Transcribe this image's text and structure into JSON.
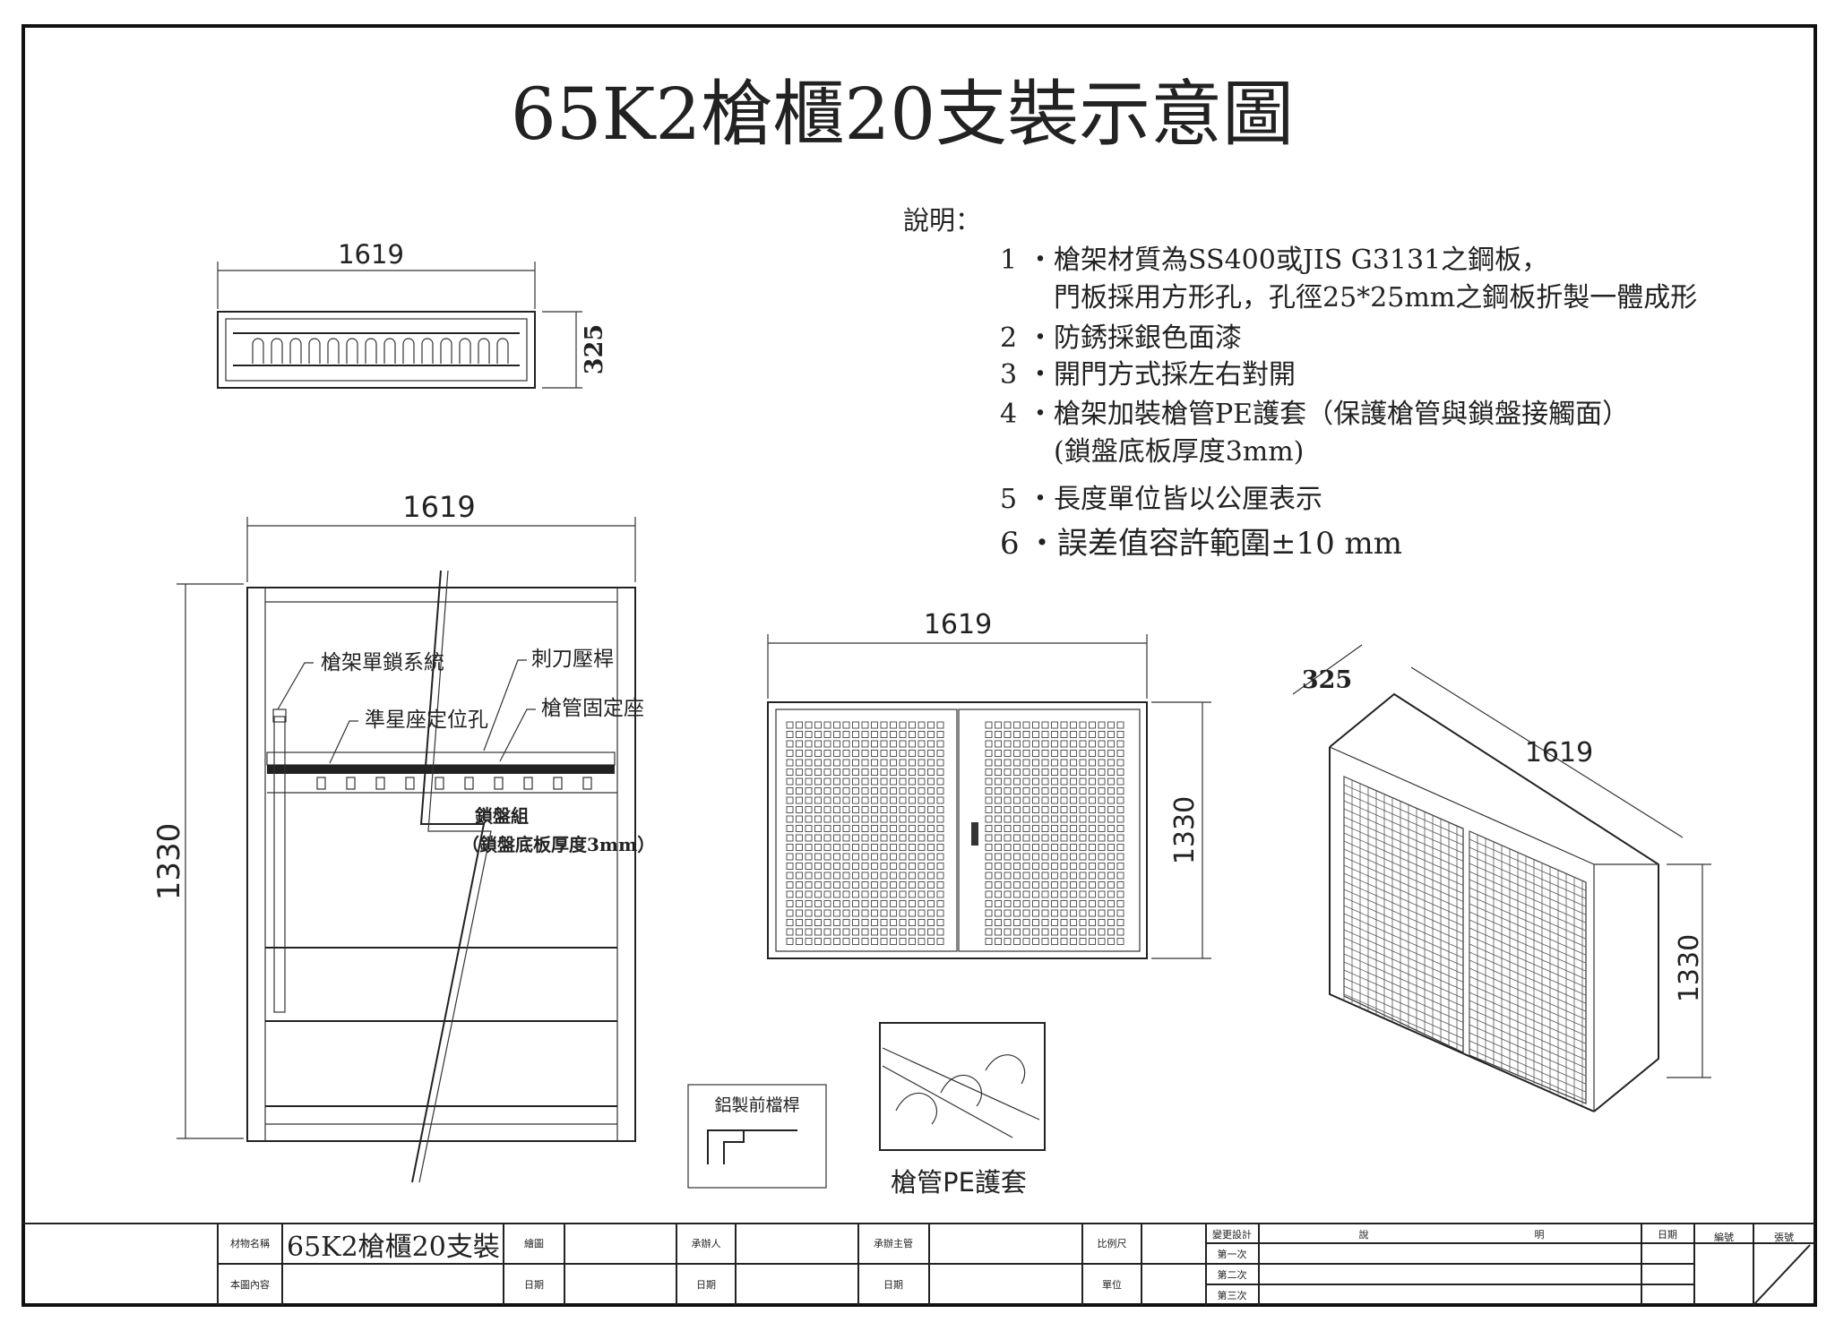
{
  "title": "65K2槍櫃20支裝示意圖",
  "notes": {
    "heading": "說明：",
    "items": [
      {
        "num": "1",
        "text": "・槍架材質為SS400或JIS G3131之鋼板，"
      },
      {
        "num": "",
        "text": "門板採用方形孔，孔徑25*25mm之鋼板折製一體成形"
      },
      {
        "num": "2",
        "text": "・防銹採銀色面漆"
      },
      {
        "num": "3",
        "text": "・開門方式採左右對開"
      },
      {
        "num": "4",
        "text": "・槍架加裝槍管PE護套（保護槍管與鎖盤接觸面）"
      },
      {
        "num": "",
        "text": "(鎖盤底板厚度3mm)"
      },
      {
        "num": "5",
        "text": "・長度單位皆以公厘表示"
      },
      {
        "num": "6",
        "text": "・誤差值容許範圍±10 mm"
      }
    ]
  },
  "dimensions": {
    "top_width": "1619",
    "top_depth": "325",
    "front_width": "1619",
    "front_height": "1330",
    "door_width": "1619",
    "door_height": "1330",
    "iso_depth": "325",
    "iso_width": "1619",
    "iso_height": "1330"
  },
  "callouts": {
    "lock_system": "槍架單鎖系統",
    "bayonet_bar": "刺刀壓桿",
    "sight_hole": "準星座定位孔",
    "barrel_seat": "槍管固定座",
    "lock_plate": "鎖盤組",
    "lock_plate_note": "（鎖盤底板厚度3mm）"
  },
  "details": {
    "alu_bar": "鋁製前檔桿",
    "pe_sleeve": "槍管PE護套"
  },
  "title_block": {
    "material_label": "材物名稱",
    "material_value": "65K2槍櫃20支裝",
    "content_label": "本圖內容",
    "drawn_label": "繪圖",
    "date_label_1": "日期",
    "contractor_label": "承辦人",
    "date_label_2": "日期",
    "supervisor_label": "承辦主管",
    "date_label_3": "日期",
    "scale_label": "比例尺",
    "unit_label": "單位",
    "change_label": "變更設計",
    "desc_label_1": "說",
    "desc_label_2": "明",
    "date_col": "日期",
    "number_label": "編號",
    "sheet_label": "張號",
    "rev1": "第一次",
    "rev2": "第二次",
    "rev3": "第三次"
  }
}
